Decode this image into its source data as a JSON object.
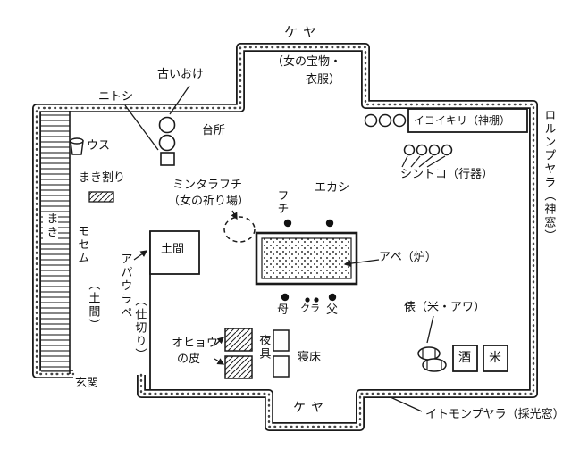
{
  "colors": {
    "ink": "#1a1a1a",
    "paper": "#ffffff"
  },
  "labels": {
    "keya_top": "ケヤ",
    "keya_top_note1": "（女の宝物・",
    "keya_top_note2": "衣服）",
    "furui_oke": "古いおけ",
    "nitoshi": "ニトシ",
    "usu": "ウス",
    "makiwari": "まき割り",
    "maki": "まき",
    "mosemu": "モセム",
    "mosemu_note": "（土間）",
    "apaurape": "アパウラペ",
    "apaurape_note": "（仕切り）",
    "daidokoro": "台所",
    "mintara_line1": "ミンタラフチ",
    "mintara_line2": "（女の祈り場）",
    "doma": "土間",
    "fuchi": "フチ",
    "ekashi": "エカシ",
    "ape": "アペ（炉）",
    "haha": "母",
    "kura": "クラ",
    "chichi": "父",
    "iyoikiri": "イヨイキリ（神棚）",
    "shintoko": "シントコ（行器）",
    "rorunpuyara": "ロルンプヤラ（神窓）",
    "tawara": "俵（米・アワ）",
    "sake": "酒",
    "kome": "米",
    "ohyo_line1": "オヒョウ",
    "ohyo_line2": "の皮",
    "yagu": "夜具",
    "nedoko": "寝床",
    "keya_bottom": "ケヤ",
    "genkan": "玄関",
    "itomonpuyara": "イトモンプヤラ（採光窓）"
  }
}
